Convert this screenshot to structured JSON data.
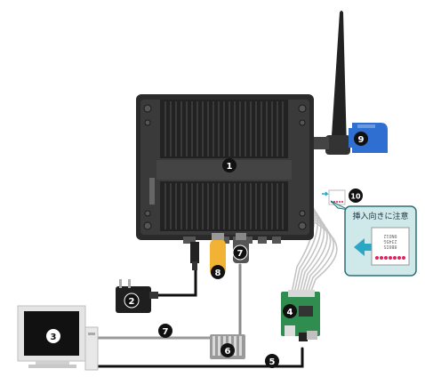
{
  "colors": {
    "device_body": "#2f2f2f",
    "device_vents": "#1a1a1a",
    "callout_bg": "#cfe9ea",
    "callout_border": "#2c6f74",
    "sd_card": "#2f6fd1",
    "usb_stick": "#f2b233",
    "arrow_cyan": "#2aa7c4",
    "board_green": "#2f8d4f",
    "card_dots": "#e0245e",
    "wire_gray": "#b8b8b8"
  },
  "components": [
    {
      "number": "1",
      "icon": "main-device-icon"
    },
    {
      "number": "2",
      "icon": "power-adapter-icon"
    },
    {
      "number": "3",
      "icon": "monitor-icon"
    },
    {
      "number": "4",
      "icon": "adapter-board-icon"
    },
    {
      "number": "5",
      "icon": "cable-icon"
    },
    {
      "number": "6",
      "icon": "hub-icon"
    },
    {
      "number": "7",
      "icon": "usb-cable-icon"
    },
    {
      "number": "8",
      "icon": "usb-stick-icon"
    },
    {
      "number": "9",
      "icon": "sd-card-icon"
    },
    {
      "number": "10",
      "icon": "card-orientation-icon"
    }
  ],
  "callout": {
    "title": "挿入向きに注意",
    "card_lines": [
      "0NO12",
      "2345G",
      "8B0IS"
    ]
  }
}
